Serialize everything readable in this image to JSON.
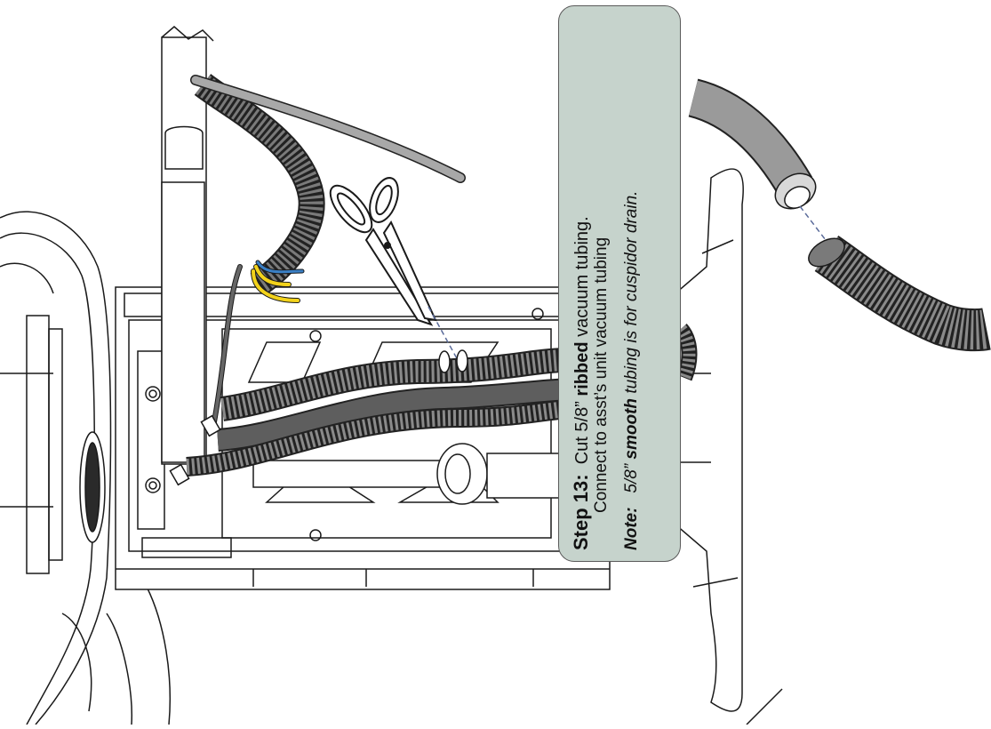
{
  "instruction": {
    "step_label": "Step 13:",
    "line1_a": "Cut 5/8” ",
    "line1_b": "ribbed",
    "line1_c": " vacuum tubing.",
    "line2": "Connect to asst’s unit vacuum tubing",
    "note_label": "Note:",
    "note_a": "5/8” ",
    "note_b": "smooth",
    "note_c": " tubing is for cuspidor drain."
  },
  "colors": {
    "callout_fill": "#c6d3cc",
    "tube_dark": "#6e6e6e",
    "tube_mid": "#9a9a9a",
    "wire_blue": "#3a7fc4",
    "wire_yellow": "#f2d21b",
    "line": "#1a1a1a"
  }
}
